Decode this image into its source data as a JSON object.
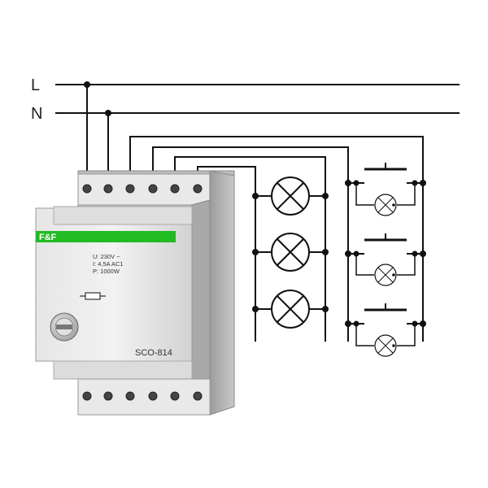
{
  "line_labels": {
    "L": "L",
    "N": "N"
  },
  "device": {
    "brand": "F&F",
    "specs": [
      "U: 230V  ~",
      "I: 4,5A AC1",
      "P: 1000W"
    ],
    "model": "SCO-814",
    "accent_color": "#22bb22"
  },
  "components": {
    "terminal_count_top": 6,
    "terminal_count_bottom": 6,
    "lamp_count": 3,
    "pushbutton_count": 3
  }
}
